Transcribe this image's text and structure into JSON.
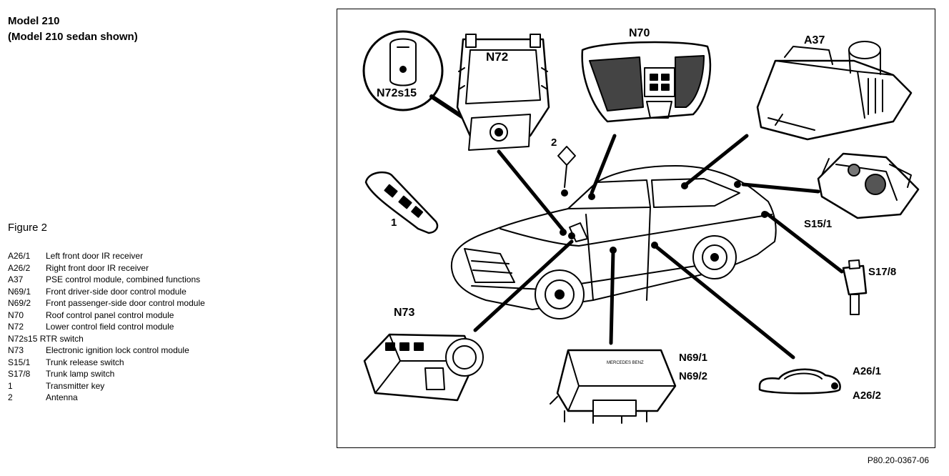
{
  "header": {
    "line1": "Model 210",
    "line2": "(Model 210 sedan shown)"
  },
  "figure_label": "Figure 2",
  "legend": [
    {
      "code": "A26/1",
      "desc": "Left front door IR receiver"
    },
    {
      "code": "A26/2",
      "desc": "Right front door IR receiver"
    },
    {
      "code": "A37",
      "desc": "PSE control module, combined functions"
    },
    {
      "code": "N69/1",
      "desc": "Front driver-side door control module"
    },
    {
      "code": "N69/2",
      "desc": "Front passenger-side door control module"
    },
    {
      "code": "N70",
      "desc": "Roof control panel control module"
    },
    {
      "code": "N72",
      "desc": "Lower control field control module"
    },
    {
      "code": "N72s15",
      "desc": "RTR switch"
    },
    {
      "code": "N73",
      "desc": "Electronic ignition lock control module"
    },
    {
      "code": "S15/1",
      "desc": "Trunk release switch"
    },
    {
      "code": "S17/8",
      "desc": "Trunk lamp switch"
    },
    {
      "code": "1",
      "desc": "Transmitter key"
    },
    {
      "code": "2",
      "desc": "Antenna"
    }
  ],
  "callouts": {
    "n72s15": "N72s15",
    "n72": "N72",
    "n70": "N70",
    "a37": "A37",
    "ant": "2",
    "key": "1",
    "s15_1": "S15/1",
    "s17_8": "S17/8",
    "n73": "N73",
    "n69_1": "N69/1",
    "n69_2": "N69/2",
    "a26_1": "A26/1",
    "a26_2": "A26/2"
  },
  "module_stamp": "MERCEDES BENZ",
  "reference": "P80.20-0367-06"
}
